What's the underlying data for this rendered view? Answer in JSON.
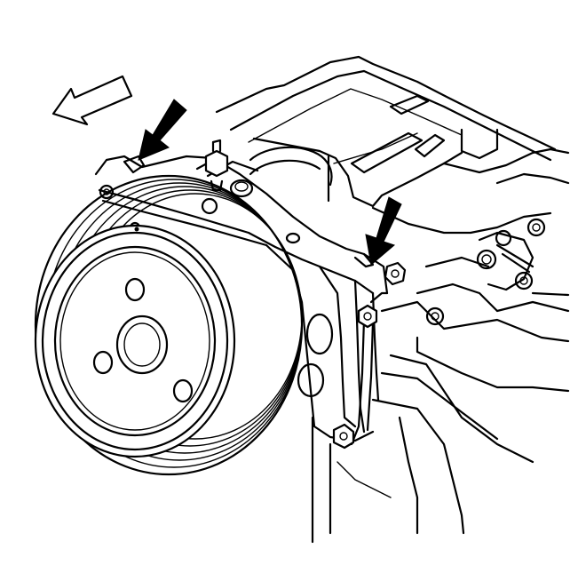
{
  "figure": {
    "components": [
      {
        "name": "crankshaft-balancer-pulley",
        "icon": "pulley-icon"
      },
      {
        "name": "engine-front-cover",
        "icon": "cover-icon"
      },
      {
        "name": "cylinder-head",
        "icon": "cylinder-head-icon"
      },
      {
        "name": "mounting-bolts",
        "icon": "bolt-icon"
      }
    ],
    "callouts": [
      {
        "name": "upper-left-arrow",
        "icon": "arrow-down-right-icon"
      },
      {
        "name": "right-arrow",
        "icon": "arrow-down-right-icon"
      },
      {
        "name": "direction-arrow",
        "icon": "outline-arrow-left-icon"
      }
    ],
    "colors": {
      "line": "#000000",
      "background": "#ffffff"
    }
  }
}
